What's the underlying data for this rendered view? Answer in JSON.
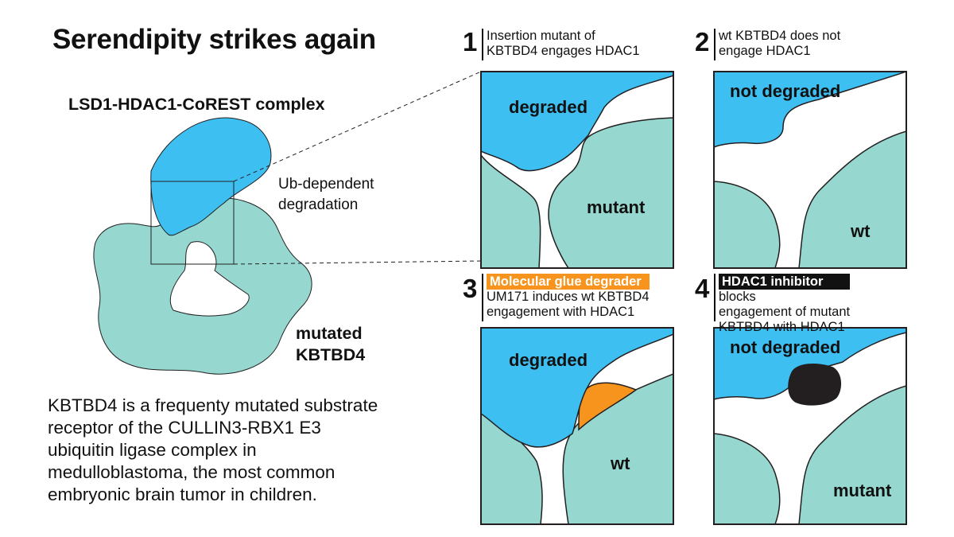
{
  "title": "Serendipity strikes again",
  "complex_label": "LSD1-HDAC1-CoREST complex",
  "ub_label": [
    "Ub-dependent",
    "degradation"
  ],
  "mutated_label": [
    "mutated",
    "KBTBD4"
  ],
  "body_text": [
    "KBTBD4 is a frequenty mutated substrate",
    "receptor of the CULLIN3-RBX1 E3",
    "ubiquitin ligase complex in",
    "medulloblastoma, the most common",
    "embryonic brain tumor in children."
  ],
  "panels": [
    {
      "number": "1",
      "caption": [
        "Insertion mutant of",
        "KBTBD4 engages HDAC1"
      ],
      "top_label": "degraded",
      "bottom_label": "mutant"
    },
    {
      "number": "2",
      "caption": [
        "wt KBTBD4 does not",
        "engage HDAC1"
      ],
      "top_label": "not degraded",
      "bottom_label": "wt"
    },
    {
      "number": "3",
      "tag": "Molecular glue degrader",
      "caption": [
        "UM171 induces wt KBTBD4",
        "engagement with HDAC1"
      ],
      "top_label": "degraded",
      "bottom_label": "wt"
    },
    {
      "number": "4",
      "tag": "HDAC1 inhibitor",
      "tag_suffix": " blocks",
      "caption": [
        "engagement of mutant",
        "KBTBD4 with HDAC1"
      ],
      "top_label": "not degraded",
      "bottom_label": "mutant"
    }
  ],
  "colors": {
    "hdac1_complex": "#3dbff2",
    "kbtbd4": "#96d8cf",
    "glue": "#f7941d",
    "inhibitor": "#231f20",
    "outline": "#231f20"
  }
}
